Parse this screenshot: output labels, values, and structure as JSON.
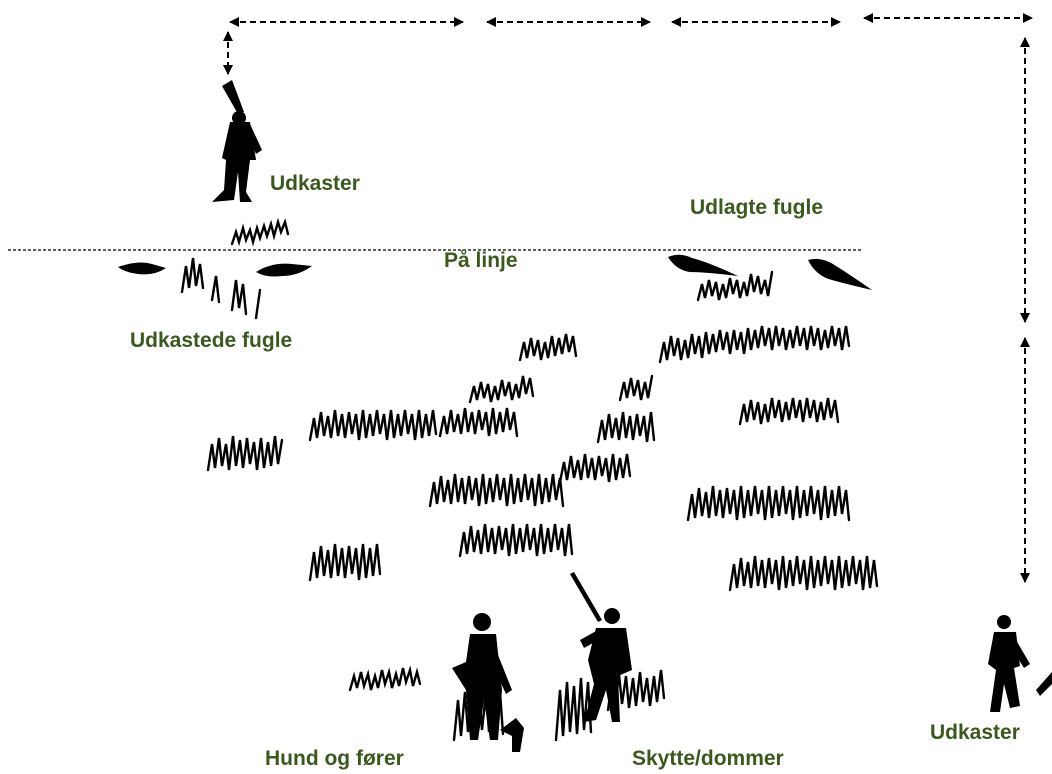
{
  "labels": {
    "thrower_top": "Udkaster",
    "placed_birds": "Udlagte fugle",
    "on_line": "På linje",
    "thrown_birds": "Udkastede fugle",
    "dog_and_handler": "Hund og fører",
    "shooter_judge": "Skytte/dommer",
    "thrower_bottom": "Udkaster"
  },
  "colors": {
    "label": "#3a5a1c",
    "ink": "#000000"
  },
  "icons": {
    "figures": [
      "thrower-figure-icon",
      "dog-handler-figure-icon",
      "shooter-figure-icon",
      "thrower-walking-figure-icon"
    ],
    "birds": [
      "bird-icon"
    ],
    "arrows": [
      "double-arrow-icon"
    ]
  }
}
